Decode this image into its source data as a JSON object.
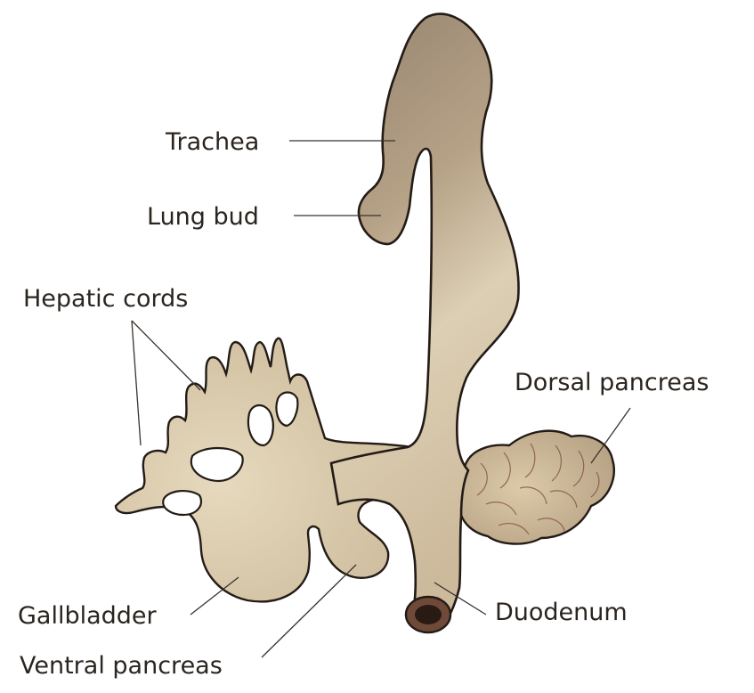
{
  "labels": {
    "trachea": "Trachea",
    "lung_bud": "Lung bud",
    "hepatic_cords": "Hepatic cords",
    "dorsal_pancreas": "Dorsal pancreas",
    "gallbladder": "Gallbladder",
    "ventral_pancreas": "Ventral pancreas",
    "duodenum": "Duodenum"
  },
  "colors": {
    "tissue_dark": "#9c8a76",
    "tissue_mid": "#c9b79d",
    "tissue_light": "#e8dcc3",
    "outline": "#231b16",
    "lumen": "#2a1a14"
  }
}
